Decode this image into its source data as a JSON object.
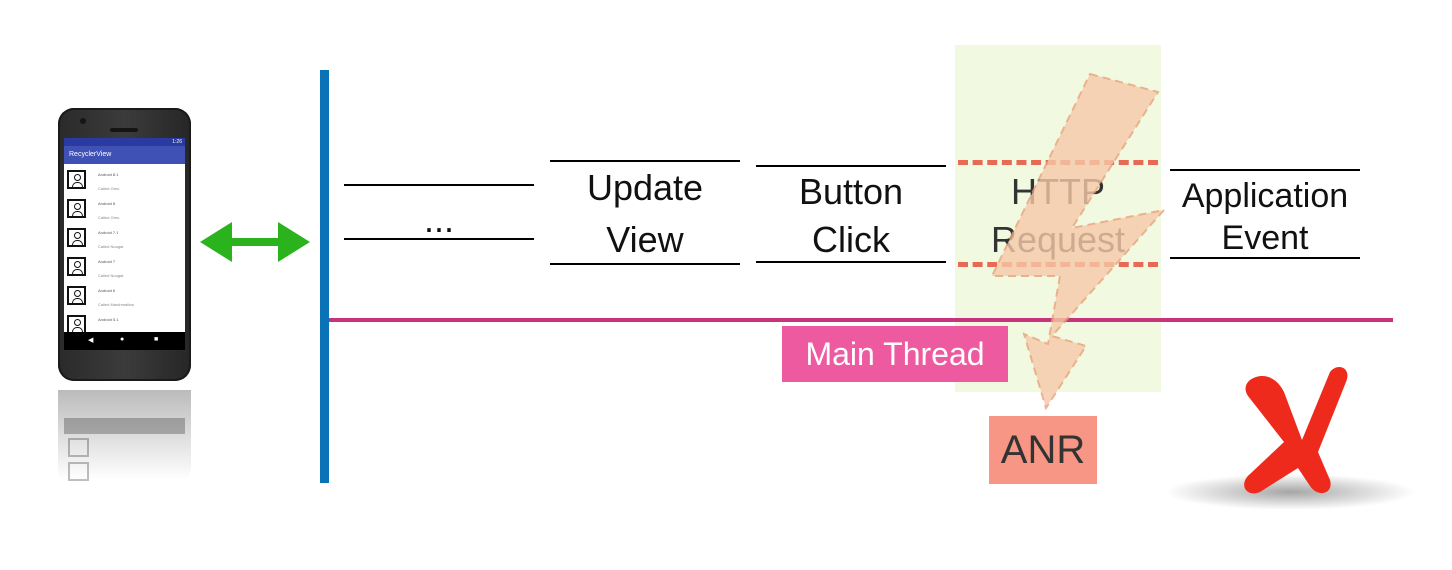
{
  "phone": {
    "app_title": "RecyclerView",
    "status_time": "1:26",
    "rows": [
      {
        "title": "Android 8.1",
        "subtitle": "Called Oreo"
      },
      {
        "title": "Android 8",
        "subtitle": "Called Oreo"
      },
      {
        "title": "Android 7.1",
        "subtitle": "Called Nougat"
      },
      {
        "title": "Android 7",
        "subtitle": "Called Nougat"
      },
      {
        "title": "Android 6",
        "subtitle": "Called Marshmallow"
      },
      {
        "title": "Android 5.1",
        "subtitle": ""
      }
    ],
    "nav": {
      "back": "◀",
      "home": "●",
      "recent": "■"
    }
  },
  "events": {
    "ellipsis": "...",
    "update_view": [
      "Update",
      "View"
    ],
    "button_click": [
      "Button",
      "Click"
    ],
    "http_request": [
      "HTTP",
      "Request"
    ],
    "application_event": [
      "Application",
      "Event"
    ]
  },
  "thread_label": "Main Thread",
  "anr_label": "ANR",
  "colors": {
    "thread_line": "#c8337c",
    "thread_badge": "#ee5aa0",
    "timeline_axis": "#0a73b8",
    "sync_arrow": "#2bb31d",
    "anr_badge": "#f79684",
    "dash": "#e86a55",
    "lightning": "#f5c9a8",
    "highlight": "#e8f7cd",
    "cross": "#ee2a1c"
  },
  "icons": {
    "sync_arrow": "double-arrow-icon",
    "lightning": "lightning-bolt-icon",
    "fail": "red-cross-icon"
  }
}
